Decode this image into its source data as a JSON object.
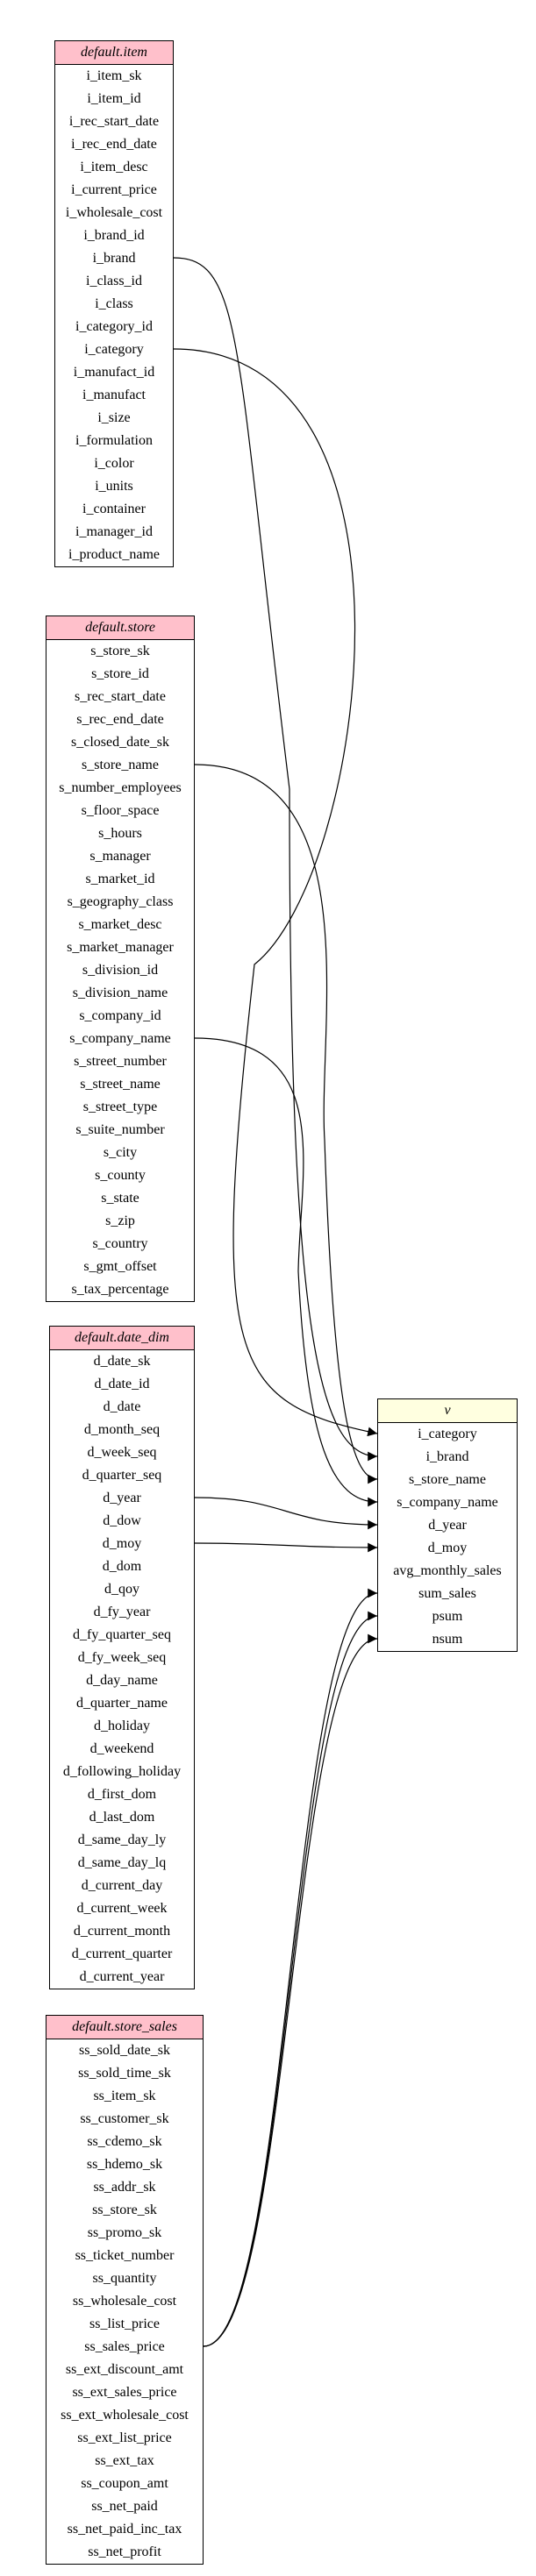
{
  "tables": [
    {
      "key": "item",
      "title": "default.item",
      "columns": [
        "i_item_sk",
        "i_item_id",
        "i_rec_start_date",
        "i_rec_end_date",
        "i_item_desc",
        "i_current_price",
        "i_wholesale_cost",
        "i_brand_id",
        "i_brand",
        "i_class_id",
        "i_class",
        "i_category_id",
        "i_category",
        "i_manufact_id",
        "i_manufact",
        "i_size",
        "i_formulation",
        "i_color",
        "i_units",
        "i_container",
        "i_manager_id",
        "i_product_name"
      ]
    },
    {
      "key": "store",
      "title": "default.store",
      "columns": [
        "s_store_sk",
        "s_store_id",
        "s_rec_start_date",
        "s_rec_end_date",
        "s_closed_date_sk",
        "s_store_name",
        "s_number_employees",
        "s_floor_space",
        "s_hours",
        "s_manager",
        "s_market_id",
        "s_geography_class",
        "s_market_desc",
        "s_market_manager",
        "s_division_id",
        "s_division_name",
        "s_company_id",
        "s_company_name",
        "s_street_number",
        "s_street_name",
        "s_street_type",
        "s_suite_number",
        "s_city",
        "s_county",
        "s_state",
        "s_zip",
        "s_country",
        "s_gmt_offset",
        "s_tax_percentage"
      ]
    },
    {
      "key": "date_dim",
      "title": "default.date_dim",
      "columns": [
        "d_date_sk",
        "d_date_id",
        "d_date",
        "d_month_seq",
        "d_week_seq",
        "d_quarter_seq",
        "d_year",
        "d_dow",
        "d_moy",
        "d_dom",
        "d_qoy",
        "d_fy_year",
        "d_fy_quarter_seq",
        "d_fy_week_seq",
        "d_day_name",
        "d_quarter_name",
        "d_holiday",
        "d_weekend",
        "d_following_holiday",
        "d_first_dom",
        "d_last_dom",
        "d_same_day_ly",
        "d_same_day_lq",
        "d_current_day",
        "d_current_week",
        "d_current_month",
        "d_current_quarter",
        "d_current_year"
      ]
    },
    {
      "key": "store_sales",
      "title": "default.store_sales",
      "columns": [
        "ss_sold_date_sk",
        "ss_sold_time_sk",
        "ss_item_sk",
        "ss_customer_sk",
        "ss_cdemo_sk",
        "ss_hdemo_sk",
        "ss_addr_sk",
        "ss_store_sk",
        "ss_promo_sk",
        "ss_ticket_number",
        "ss_quantity",
        "ss_wholesale_cost",
        "ss_list_price",
        "ss_sales_price",
        "ss_ext_discount_amt",
        "ss_ext_sales_price",
        "ss_ext_wholesale_cost",
        "ss_ext_list_price",
        "ss_ext_tax",
        "ss_coupon_amt",
        "ss_net_paid",
        "ss_net_paid_inc_tax",
        "ss_net_profit"
      ]
    },
    {
      "key": "v",
      "title": "v",
      "columns": [
        "i_category",
        "i_brand",
        "s_store_name",
        "s_company_name",
        "d_year",
        "d_moy",
        "avg_monthly_sales",
        "sum_sales",
        "psum",
        "nsum"
      ]
    }
  ],
  "edges": [
    {
      "from": "item.i_category",
      "to": "v.i_category"
    },
    {
      "from": "item.i_brand",
      "to": "v.i_brand"
    },
    {
      "from": "store.s_store_name",
      "to": "v.s_store_name"
    },
    {
      "from": "store.s_company_name",
      "to": "v.s_company_name"
    },
    {
      "from": "date_dim.d_year",
      "to": "v.d_year"
    },
    {
      "from": "date_dim.d_moy",
      "to": "v.d_moy"
    },
    {
      "from": "store_sales.ss_sales_price",
      "to": "v.sum_sales"
    },
    {
      "from": "store_sales.ss_sales_price",
      "to": "v.psum"
    },
    {
      "from": "store_sales.ss_sales_price",
      "to": "v.nsum"
    }
  ]
}
